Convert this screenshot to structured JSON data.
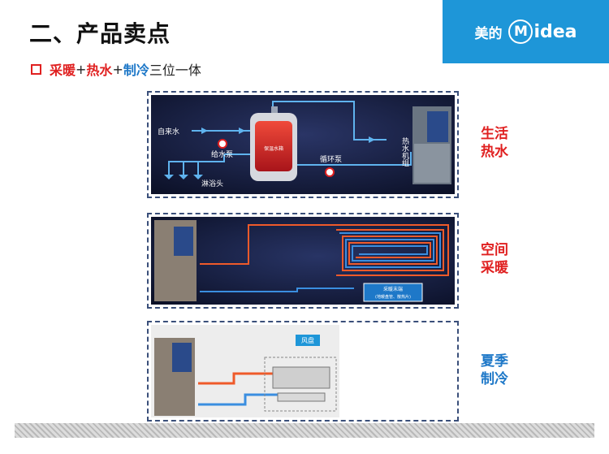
{
  "header": {
    "title": "二、产品卖点",
    "logo_cn": "美的",
    "logo_en": "idea",
    "logo_m": "M"
  },
  "subtitle": {
    "part1": "采暖",
    "sep1": "+",
    "part2": "热水",
    "sep2": "+",
    "part3": "制冷",
    "suffix": "三位一体"
  },
  "panel_hot_water": {
    "tap_water": "自来水",
    "tank_label": "保温水箱",
    "feed_pump": "给水泵",
    "shower": "淋浴头",
    "circ_pump": "循环泵",
    "unit_label": "热水机组"
  },
  "panel_heating": {
    "terminal_label_1": "采暖末端",
    "terminal_label_2": "(地暖盘管、散热片)"
  },
  "panel_cooling": {
    "fan_coil": "风盘"
  },
  "side_labels": {
    "hot_water": "生活热水",
    "heating": "空间采暖",
    "cooling": "夏季制冷"
  },
  "colors": {
    "accent_red": "#e02020",
    "accent_blue": "#1e78c8",
    "logo_bg": "#1e96d8",
    "panel_dark": "#141b3a"
  }
}
